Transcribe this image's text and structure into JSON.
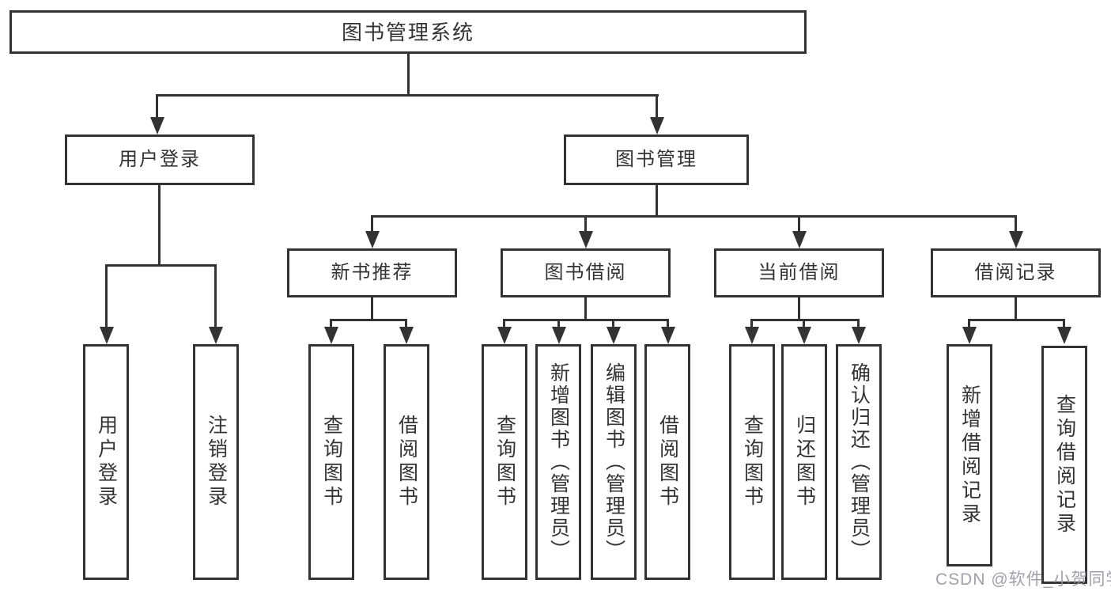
{
  "diagram": {
    "title_node": "图书管理系统",
    "nodes": {
      "userLogin": "用户登录",
      "bookMgmt": "图书管理",
      "newBook": "新书推荐",
      "bookBorrow": "图书借阅",
      "currentBorrow": "当前借阅",
      "borrowRecords": "借阅记录"
    },
    "leaves": {
      "userLogin": [
        "用户登录",
        "注销登录"
      ],
      "newBook": [
        "查询图书",
        "借阅图书"
      ],
      "bookBorrow": [
        "查询图书",
        "新增图书（管理员）",
        "编辑图书（管理员）",
        "借阅图书"
      ],
      "currentBorrow": [
        "查询图书",
        "归还图书",
        "确认归还（管理员）"
      ],
      "borrowRecords": [
        "新增借阅记录",
        "查询借阅记录"
      ]
    }
  },
  "watermark": "CSDN @软件_小贺同学",
  "colors": {
    "line": "#333333",
    "box_background": "#ffffff",
    "box_border": "#333333",
    "text": "#333333",
    "watermark": "#94989e",
    "page_background": "#ffffff"
  }
}
